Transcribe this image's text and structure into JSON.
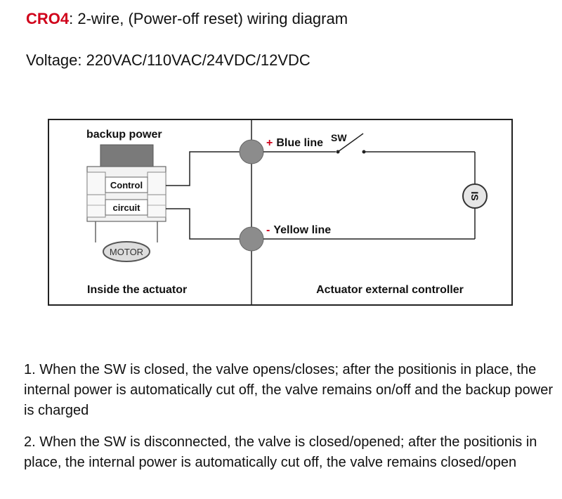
{
  "header": {
    "code": "CRO4",
    "title_rest": ": 2-wire, (Power-off reset) wiring diagram",
    "voltage": "Voltage: 220VAC/110VAC/24VDC/12VDC"
  },
  "diagram": {
    "backup_power": "backup power",
    "control": "Control",
    "circuit": "circuit",
    "motor": "MOTOR",
    "inside_label": "Inside the actuator",
    "external_label": "Actuator external controller",
    "plus_sign": "+",
    "blue_line": "Blue line",
    "minus_sign": "-",
    "yellow_line": "Yellow line",
    "sw": "SW",
    "load": "IS",
    "accent_color": "#d0021b"
  },
  "notes": [
    "1. When the SW is closed, the valve opens/closes; after the positionis in place, the internal power is automatically cut off, the valve remains on/off and the backup power is charged",
    "2. When the SW is disconnected, the valve is closed/opened; after the positionis in place, the internal power is automatically cut off, the valve remains closed/open"
  ]
}
